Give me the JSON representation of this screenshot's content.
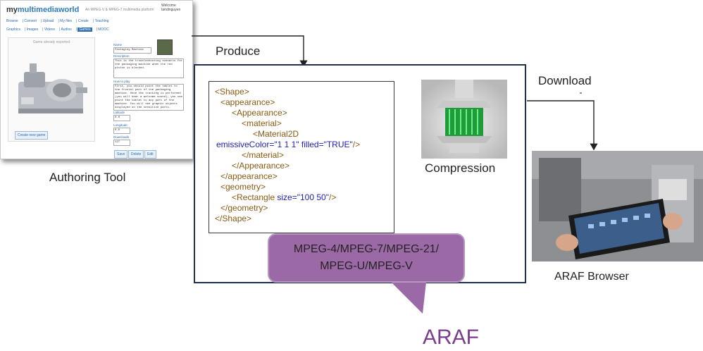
{
  "authoring_tool": {
    "label": "Authoring Tool",
    "logo_prefix": "my",
    "logo_main": "multimediaworld",
    "subtitle": "An MPEG-V & MPEG-7 multimedia platform",
    "welcome": "Welcome tandinguyen",
    "menu_row1": [
      "Browse",
      "Convert",
      "Upload",
      "My files",
      "Create",
      "Teaching"
    ],
    "menu_row2": [
      "Graphics",
      "Images",
      "Videos",
      "Audios",
      "Games",
      "MOOC"
    ],
    "active_item": "Games",
    "game_caption": "Game already exported",
    "fields": {
      "name_label": "Name",
      "name_value": "Packaging Machine",
      "description_label": "Description",
      "description_value": "This is the troubleshooting scenario for the packaging machine when the red piston is blocked.",
      "how_to_play_label": "How to play",
      "how_to_play_value": "First, you should point the tablet to the frontal part of the packaging machine. Once the tracking is performed (you will hear a welcome sound), you can point the tablet to any part of the machine. You will see graphic objects displayed on the sensitive parts.",
      "latitude_label": "Latitude",
      "latitude_value": "0.0",
      "longitude_label": "Longitude",
      "longitude_value": "0.0",
      "downloads_label": "Downloads",
      "downloads_value": "127"
    },
    "buttons": {
      "create": "Create new game",
      "save": "Save",
      "delete": "Delete",
      "edit": "Edit"
    }
  },
  "labels": {
    "produce": "Produce",
    "download": "Download",
    "compression": "Compression",
    "araf_browser": "ARAF Browser",
    "araf": "ARAF"
  },
  "code_lines": [
    {
      "indent": 0,
      "parts": [
        {
          "t": "tag",
          "s": "<Shape>"
        }
      ]
    },
    {
      "indent": 1,
      "parts": [
        {
          "t": "tag",
          "s": "<appearance>"
        }
      ]
    },
    {
      "indent": 2,
      "parts": [
        {
          "t": "tag",
          "s": "<Appearance>"
        }
      ]
    },
    {
      "indent": 3,
      "parts": [
        {
          "t": "tag",
          "s": "<material>"
        }
      ]
    },
    {
      "indent": 4,
      "parts": [
        {
          "t": "tag",
          "s": "<Material2D"
        }
      ]
    },
    {
      "indent": 0,
      "parts": [
        {
          "t": "attr",
          "s": "emissiveColor="
        },
        {
          "t": "val",
          "s": "\"1 1 1\" "
        },
        {
          "t": "attr",
          "s": "filled="
        },
        {
          "t": "val",
          "s": "\"TRUE\""
        },
        {
          "t": "tag",
          "s": "/>"
        }
      ]
    },
    {
      "indent": 3,
      "parts": [
        {
          "t": "tag",
          "s": "</material>"
        }
      ]
    },
    {
      "indent": 2,
      "parts": [
        {
          "t": "tag",
          "s": "</Appearance>"
        }
      ]
    },
    {
      "indent": 1,
      "parts": [
        {
          "t": "tag",
          "s": "</appearance>"
        }
      ]
    },
    {
      "indent": 1,
      "parts": [
        {
          "t": "tag",
          "s": "<geometry>"
        }
      ]
    },
    {
      "indent": 2,
      "parts": [
        {
          "t": "tag",
          "s": "<Rectangle "
        },
        {
          "t": "attr",
          "s": "size="
        },
        {
          "t": "val",
          "s": "\"100 50\""
        },
        {
          "t": "tag",
          "s": "/>"
        }
      ]
    },
    {
      "indent": 1,
      "parts": [
        {
          "t": "tag",
          "s": "</geometry>"
        }
      ]
    },
    {
      "indent": 0,
      "parts": [
        {
          "t": "tag",
          "s": "</Shape>"
        }
      ]
    }
  ],
  "standards": {
    "line1": "MPEG-4/MPEG-7/MPEG-21/",
    "line2": "MPEG-U/MPEG-V"
  },
  "colors": {
    "araf_purple": "#7b3d8e",
    "callout_fill": "#9b6aa6",
    "frame": "#22304f",
    "tag": "#8a5a12",
    "attr": "#1e1eb4"
  }
}
